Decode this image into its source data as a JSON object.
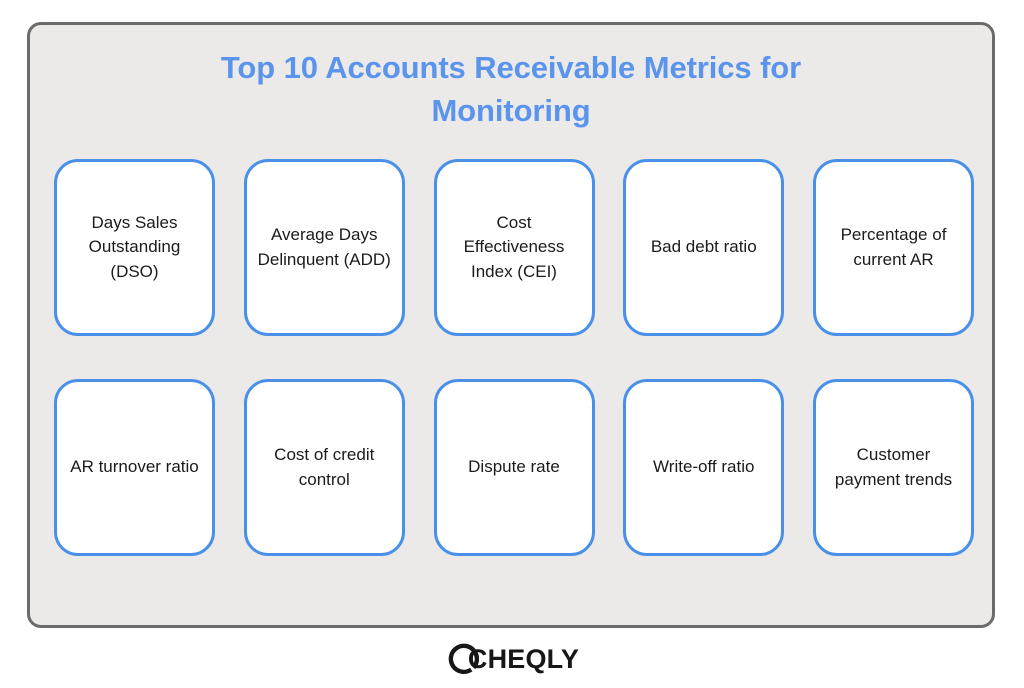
{
  "frame": {
    "border_color": "#6b6b6b",
    "background_color": "#ebeae8"
  },
  "header": {
    "title": "Top 10 Accounts Receivable Metrics for Monitoring",
    "title_color": "#5b94ed"
  },
  "cards": {
    "border_color": "#4a90e8",
    "rows": [
      [
        {
          "label": "Days Sales Outstanding (DSO)"
        },
        {
          "label": "Average Days Delinquent (ADD)"
        },
        {
          "label": "Cost Effectiveness Index (CEI)"
        },
        {
          "label": "Bad debt ratio"
        },
        {
          "label": "Percentage of current AR"
        }
      ],
      [
        {
          "label": "AR turnover ratio"
        },
        {
          "label": "Cost of credit control"
        },
        {
          "label": "Dispute rate"
        },
        {
          "label": "Write-off ratio"
        },
        {
          "label": "Customer payment trends"
        }
      ]
    ]
  },
  "footer": {
    "brand": "CHEQLY",
    "brand_color": "#171717"
  }
}
